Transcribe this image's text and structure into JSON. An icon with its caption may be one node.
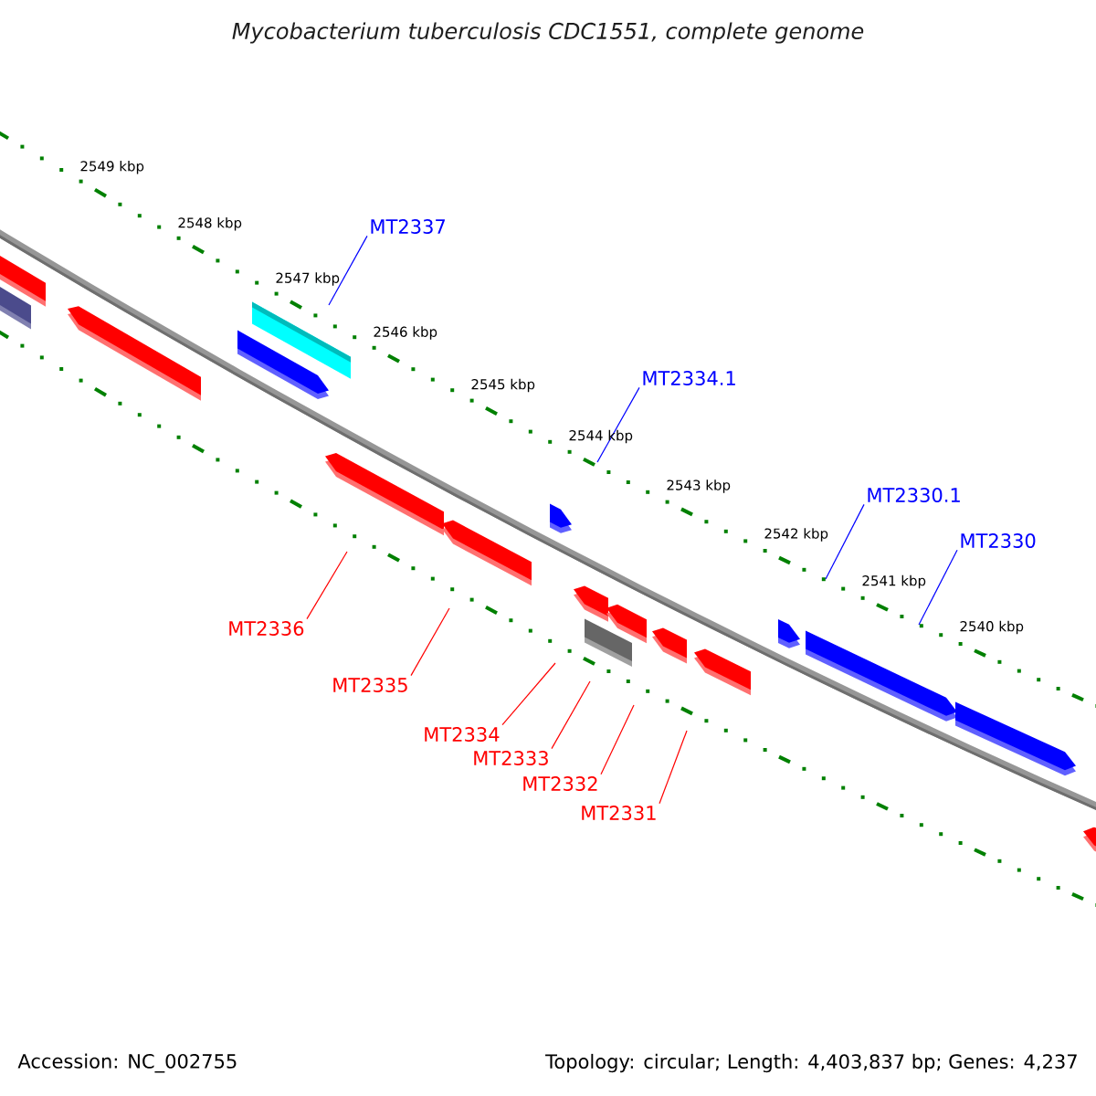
{
  "diagram": {
    "title": "Mycobacterium tuberculosis CDC1551, complete genome",
    "nodes": [
      {
        "text": [
          "MT2337"
        ]
      },
      {
        "text": [
          "MT2334.1"
        ]
      },
      {
        "text": [
          "MT2330.1"
        ]
      },
      {
        "text": [
          "MT2330"
        ]
      },
      {
        "text": [
          "MT2336"
        ]
      },
      {
        "text": [
          "MT2335"
        ]
      },
      {
        "text": [
          "MT2334"
        ]
      },
      {
        "text": [
          "MT2333"
        ]
      },
      {
        "text": [
          "MT2332"
        ]
      },
      {
        "text": [
          "MT2331"
        ]
      }
    ],
    "edges": [
      {
        "from": 0,
        "to": null,
        "arrow": "none",
        "color": "#0000ff"
      },
      {
        "from": 1,
        "to": null,
        "arrow": "none",
        "color": "#0000ff"
      },
      {
        "from": 2,
        "to": null,
        "arrow": "none",
        "color": "#0000ff"
      },
      {
        "from": 3,
        "to": null,
        "arrow": "none",
        "color": "#0000ff"
      },
      {
        "from": 4,
        "to": null,
        "arrow": "none"
      },
      {
        "from": 5,
        "to": null,
        "arrow": "none"
      },
      {
        "from": 6,
        "to": null,
        "arrow": "none"
      },
      {
        "from": 7,
        "to": null,
        "arrow": "none"
      },
      {
        "from": 8,
        "to": null,
        "arrow": "none"
      },
      {
        "from": 9,
        "to": null,
        "arrow": "none"
      }
    ],
    "labels": [
      "2549 kbp",
      "2548 kbp",
      "2547 kbp",
      "2546 kbp",
      "2545 kbp",
      "2544 kbp",
      "2543 kbp",
      "2542 kbp",
      "2541 kbp",
      "2540 kbp",
      "Accession: NC_002755",
      "Topology: circular; Length: 4,403,837 bp; Genes: 4,237"
    ]
  }
}
